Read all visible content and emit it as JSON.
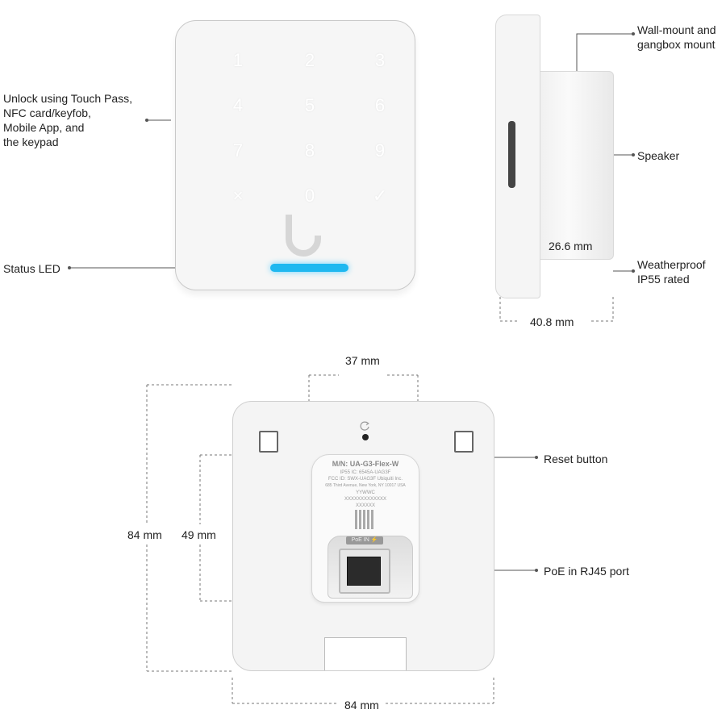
{
  "front": {
    "keys": [
      "1",
      "2",
      "3",
      "4",
      "5",
      "6",
      "7",
      "8",
      "9",
      "×",
      "0",
      "✓"
    ],
    "led_color": "#1fb8f0"
  },
  "callouts": {
    "unlock": [
      "Unlock using Touch Pass,",
      "NFC card/keyfob,",
      "Mobile App, and",
      "the keypad"
    ],
    "status_led": "Status LED",
    "wall_mount": [
      "Wall-mount and",
      "gangbox mount"
    ],
    "speaker": "Speaker",
    "weatherproof": [
      "Weatherproof",
      "IP55 rated"
    ],
    "reset": "Reset button",
    "poe": "PoE in RJ45 port"
  },
  "dimensions": {
    "side_depth_body": "26.6 mm",
    "side_depth_total": "40.8 mm",
    "back_width_inner": "37 mm",
    "back_height": "84 mm",
    "back_height_inner": "49 mm",
    "back_width": "84 mm"
  },
  "label_plate": {
    "model": "M/N: UA-G3-Flex-W",
    "lines": [
      "IP55   IC: 6545A-UAG3F",
      "FCC ID: SWX-UAG3F   Ubiquiti Inc.",
      "685 Third Avenue, New York, NY 10017 USA",
      "YYWWC",
      "XXXXXXXXXXXXX",
      "XXXXXX"
    ],
    "port_label": "PoE IN ⚡"
  }
}
